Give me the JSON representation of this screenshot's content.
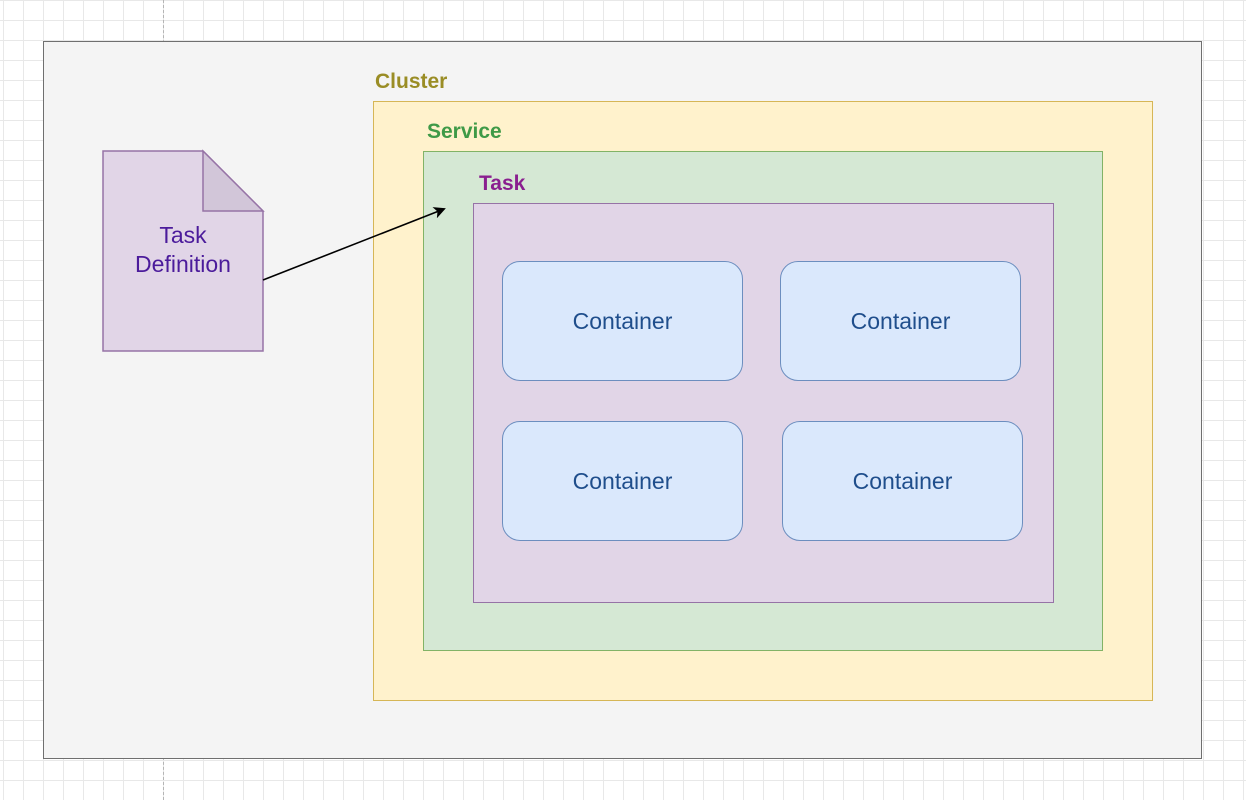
{
  "diagram": {
    "task_definition": {
      "lines": [
        "Task",
        "Definition"
      ]
    },
    "cluster": {
      "label": "Cluster",
      "color": "#9a8d25",
      "fill": "#fff2cc",
      "stroke": "#d6b656"
    },
    "service": {
      "label": "Service",
      "color": "#3f9a47",
      "fill": "#d5e8d4",
      "stroke": "#82b366"
    },
    "task": {
      "label": "Task",
      "color": "#8a1f8f",
      "fill": "#e1d5e7",
      "stroke": "#9673a6"
    },
    "containers": [
      {
        "label": "Container"
      },
      {
        "label": "Container"
      },
      {
        "label": "Container"
      },
      {
        "label": "Container"
      }
    ],
    "arrow": {
      "from": "task_definition",
      "to": "task",
      "icon": "arrow-right-icon"
    }
  }
}
